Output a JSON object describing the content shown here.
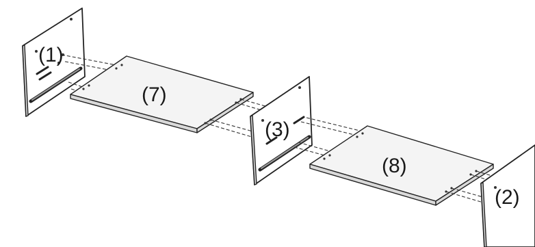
{
  "diagram": {
    "parts": [
      {
        "id": "side-left",
        "label": "(1)"
      },
      {
        "id": "shelf-upper",
        "label": "(7)"
      },
      {
        "id": "divider-middle",
        "label": "(3)"
      },
      {
        "id": "shelf-lower",
        "label": "(8)"
      },
      {
        "id": "side-right",
        "label": "(2)"
      }
    ]
  }
}
